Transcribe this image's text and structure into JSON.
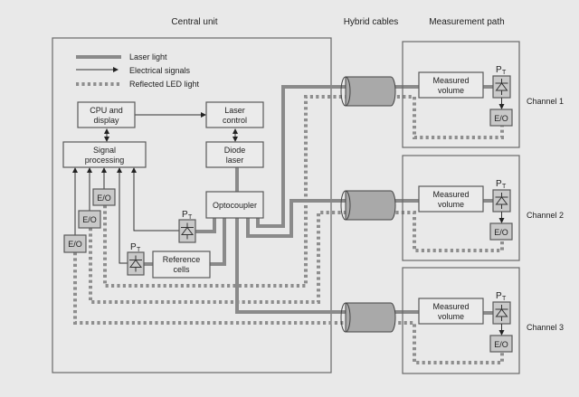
{
  "headers": {
    "central": "Central unit",
    "cables": "Hybrid cables",
    "path": "Measurement path"
  },
  "legend": {
    "laser": "Laser light",
    "electrical": "Electrical signals",
    "reflected": "Reflected LED light"
  },
  "blocks": {
    "cpu": [
      "CPU and",
      "display"
    ],
    "laser_control": [
      "Laser",
      "control"
    ],
    "signal": [
      "Signal",
      "processing"
    ],
    "diode": [
      "Diode",
      "laser"
    ],
    "optocoupler": "Optocoupler",
    "reference": [
      "Reference",
      "cells"
    ],
    "eo": "E/O",
    "pt": "P",
    "pt_sub": "T"
  },
  "channels": [
    {
      "label": "Channel 1",
      "volume": [
        "Measured",
        "volume"
      ]
    },
    {
      "label": "Channel 2",
      "volume": [
        "Measured",
        "volume"
      ]
    },
    {
      "label": "Channel 3",
      "volume": [
        "Measured",
        "volume"
      ]
    }
  ],
  "colors": {
    "background": "#e9e9e9",
    "laser": "#8a8a8a",
    "reflected": "#8e8e8e",
    "component_fill": "#c9c9c9",
    "cable_fill": "#a9a9a9"
  }
}
